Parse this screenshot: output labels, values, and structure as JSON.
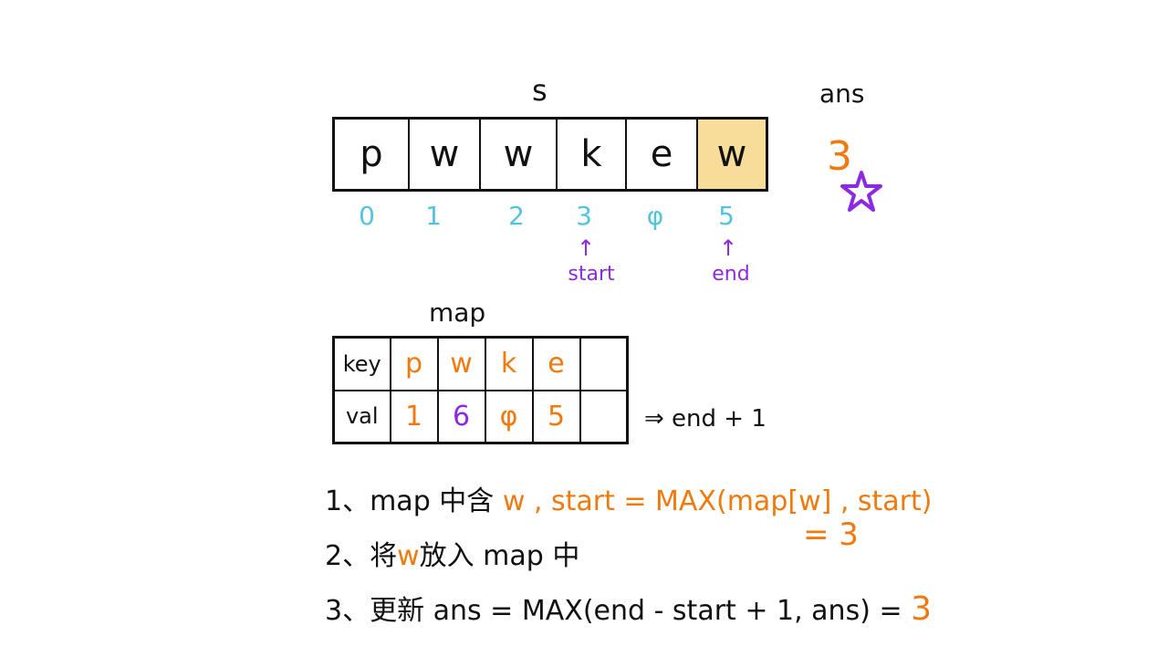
{
  "s_label": "s",
  "string": [
    "p",
    "w",
    "w",
    "k",
    "e",
    "w"
  ],
  "indices": [
    "0",
    "1",
    "2",
    "3",
    "φ",
    "5"
  ],
  "highlight_index": 5,
  "pointers": {
    "start_label": "start",
    "end_label": "end",
    "arrow": "↑"
  },
  "ans": {
    "label": "ans",
    "value": "3",
    "star_icon": "star-icon"
  },
  "map": {
    "label": "map",
    "key_header": "key",
    "val_header": "val",
    "keys": [
      "p",
      "w",
      "k",
      "e",
      ""
    ],
    "vals": [
      "1",
      "6",
      "φ",
      "5",
      ""
    ],
    "note": "⇒ end + 1"
  },
  "steps": {
    "s1_prefix": "1、map 中含 ",
    "s1_w": "w",
    "s1_rest": " , start = MAX(map[w] , start)",
    "s1_result": "= 3",
    "s2_prefix": "2、将",
    "s2_w": "w",
    "s2_rest": "放入 map 中",
    "s3_prefix": "3、更新 ans = MAX(end - start + 1, ans) = ",
    "s3_value": "3"
  },
  "colors": {
    "orange": "#f07a0d",
    "purple": "#8a2be2",
    "cyan": "#55c3dd",
    "highlight": "#f8dc9a"
  }
}
